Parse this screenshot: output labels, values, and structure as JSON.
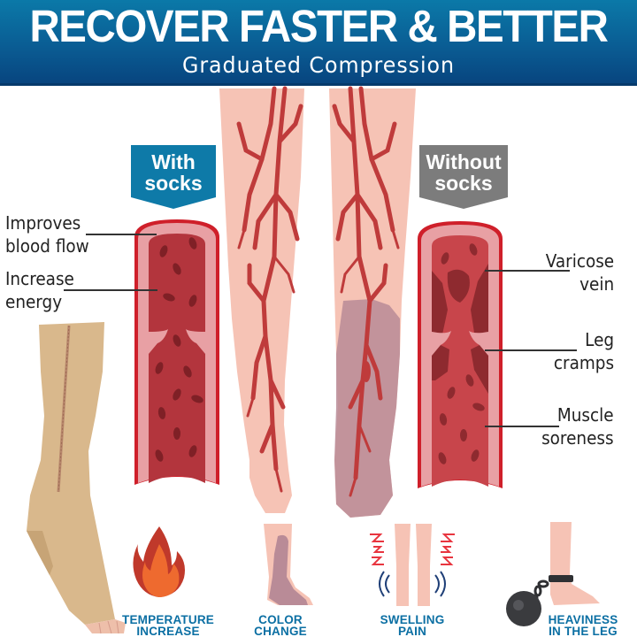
{
  "header": {
    "title": "RECOVER FASTER & BETTER",
    "subtitle": "Graduated Compression",
    "background_color": "#0a5d94"
  },
  "comparison": {
    "with_socks": {
      "tag_line1": "With",
      "tag_line2": "socks",
      "tag_color": "#0e7aa8",
      "labels": [
        {
          "line1": "Improves",
          "line2": "blood flow"
        },
        {
          "line1": "Increase",
          "line2": "energy"
        }
      ]
    },
    "without_socks": {
      "tag_line1": "Without",
      "tag_line2": "socks",
      "tag_color": "#7c7c7c",
      "labels": [
        {
          "line1": "Varicose",
          "line2": "vein"
        },
        {
          "line1": "Leg",
          "line2": "cramps"
        },
        {
          "line1": "Muscle",
          "line2": "soreness"
        }
      ]
    }
  },
  "illustrations": {
    "legs": "legs-with-veins-illustration",
    "sock": "zippered-compression-sock-photo",
    "vein_color": "#c0393b",
    "skin_color": "#f6c3b5",
    "bruise_color": "#b98b97"
  },
  "symptoms": [
    {
      "icon": "flame-icon",
      "line1": "TEMPERATURE",
      "line2": "INCREASE"
    },
    {
      "icon": "discolored-leg-icon",
      "line1": "COLOR",
      "line2": "CHANGE"
    },
    {
      "icon": "swollen-legs-icon",
      "line1": "SWELLING",
      "line2": "PAIN"
    },
    {
      "icon": "ball-and-chain-icon",
      "line1": "HEAVINESS",
      "line2": "IN THE LEG"
    }
  ],
  "caption_color": "#0b6fa3"
}
